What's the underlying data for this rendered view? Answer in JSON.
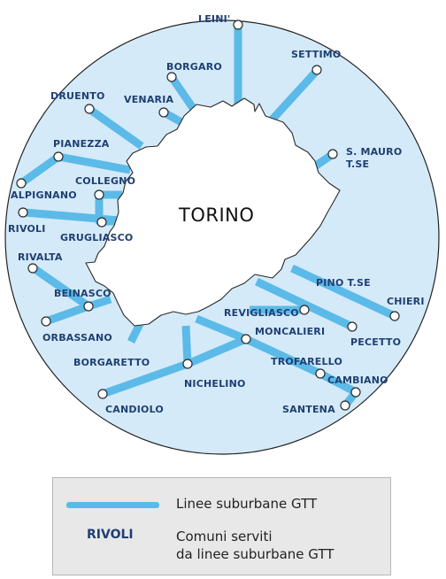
{
  "city": "TORINO",
  "towns": [
    {
      "id": "leini",
      "label": "LEINI'"
    },
    {
      "id": "settimo",
      "label": "SETTIMO"
    },
    {
      "id": "borgaro",
      "label": "BORGARO"
    },
    {
      "id": "venaria",
      "label": "VENARIA"
    },
    {
      "id": "druento",
      "label": "DRUENTO"
    },
    {
      "id": "s-mauro-1",
      "label": "S. MAURO"
    },
    {
      "id": "s-mauro-2",
      "label": "T.SE"
    },
    {
      "id": "pianezza",
      "label": "PIANEZZA"
    },
    {
      "id": "collegno",
      "label": "COLLEGNO"
    },
    {
      "id": "alpignano",
      "label": "ALPIGNANO"
    },
    {
      "id": "rivoli",
      "label": "RIVOLI"
    },
    {
      "id": "grugliasco",
      "label": "GRUGLIASCO"
    },
    {
      "id": "rivalta",
      "label": "RIVALTA"
    },
    {
      "id": "beinasco",
      "label": "BEINASCO"
    },
    {
      "id": "orbassano",
      "label": "ORBASSANO"
    },
    {
      "id": "pino",
      "label": "PINO T.SE"
    },
    {
      "id": "chieri",
      "label": "CHIERI"
    },
    {
      "id": "revigliasco",
      "label": "REVIGLIASCO"
    },
    {
      "id": "moncalieri",
      "label": "MONCALIERI"
    },
    {
      "id": "pecetto",
      "label": "PECETTO"
    },
    {
      "id": "borgaretto",
      "label": "BORGARETTO"
    },
    {
      "id": "trofarello",
      "label": "TROFARELLO"
    },
    {
      "id": "cambiano",
      "label": "CAMBIANO"
    },
    {
      "id": "nichelino",
      "label": "NICHELINO"
    },
    {
      "id": "santena",
      "label": "SANTENA"
    },
    {
      "id": "candiolo",
      "label": "CANDIOLO"
    }
  ],
  "legend": {
    "line_label": "Linee suburbane GTT",
    "sample_town": "RIVOLI",
    "town_desc_1": "Comuni serviti",
    "town_desc_2": "da linee suburbane GTT"
  },
  "colors": {
    "line": "#5bbae8",
    "region_fill": "#d4eaf8",
    "town_label": "#1f3f73"
  }
}
